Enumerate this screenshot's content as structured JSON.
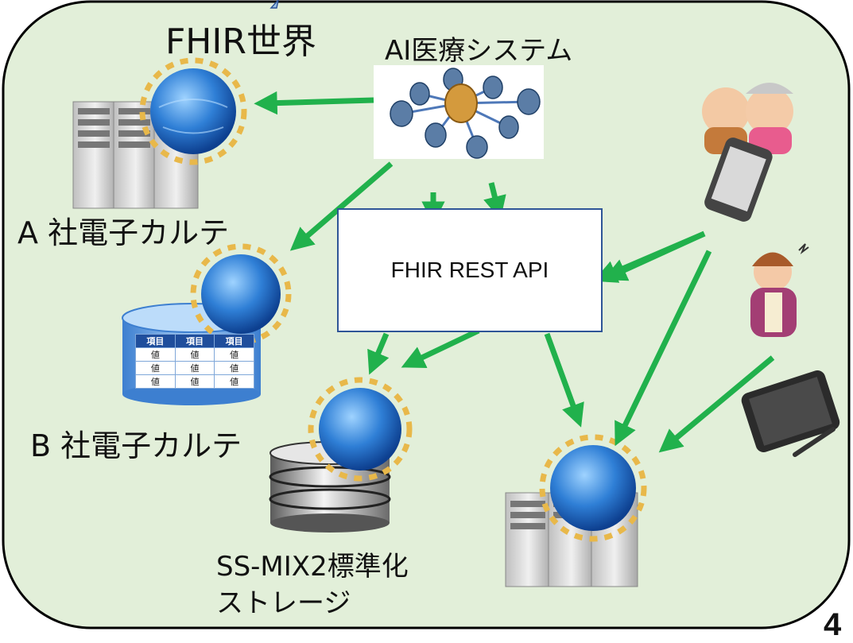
{
  "world": {
    "title": "FHIR世界"
  },
  "ai_system": {
    "label": "AI医療システム"
  },
  "ehr_a": {
    "label": "A 社電子カルテ"
  },
  "ehr_b": {
    "label": "B 社電子カルテ",
    "table": {
      "header": [
        "項目",
        "項目",
        "項目"
      ],
      "rows": [
        [
          "値",
          "値",
          "値"
        ],
        [
          "値",
          "値",
          "値"
        ],
        [
          "値",
          "値",
          "値"
        ]
      ]
    }
  },
  "storage": {
    "label_line1": "SS-MIX2標準化",
    "label_line2": "ストレージ"
  },
  "api": {
    "label": "FHIR REST API"
  },
  "page_number": "4",
  "colors": {
    "background": "#e2efd9",
    "arrow": "#21b14c",
    "globe": "#2f7fd6",
    "api_border": "#2f5597"
  }
}
